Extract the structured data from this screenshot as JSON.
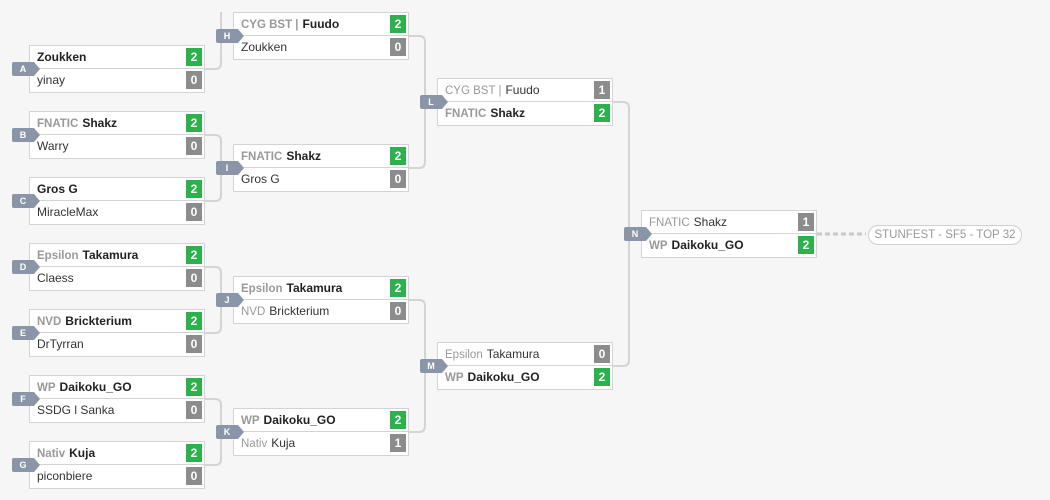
{
  "matches": {
    "A": {
      "label": "A",
      "p1": {
        "tag": "",
        "name": "Zoukken",
        "score": "2",
        "win": true
      },
      "p2": {
        "tag": "",
        "name": "yinay",
        "score": "0",
        "win": false
      }
    },
    "B": {
      "label": "B",
      "p1": {
        "tag": "FNATIC",
        "name": "Shakz",
        "score": "2",
        "win": true
      },
      "p2": {
        "tag": "",
        "name": "Warry",
        "score": "0",
        "win": false
      }
    },
    "C": {
      "label": "C",
      "p1": {
        "tag": "",
        "name": "Gros G",
        "score": "2",
        "win": true
      },
      "p2": {
        "tag": "",
        "name": "MiracleMax",
        "score": "0",
        "win": false
      }
    },
    "D": {
      "label": "D",
      "p1": {
        "tag": "Epsilon",
        "name": "Takamura",
        "score": "2",
        "win": true
      },
      "p2": {
        "tag": "",
        "name": "Claess",
        "score": "0",
        "win": false
      }
    },
    "E": {
      "label": "E",
      "p1": {
        "tag": "NVD",
        "name": "Brickterium",
        "score": "2",
        "win": true
      },
      "p2": {
        "tag": "",
        "name": "DrTyrran",
        "score": "0",
        "win": false
      }
    },
    "F": {
      "label": "F",
      "p1": {
        "tag": "WP",
        "name": "Daikoku_GO",
        "score": "2",
        "win": true
      },
      "p2": {
        "tag": "",
        "name": "SSDG l Sanka",
        "score": "0",
        "win": false
      }
    },
    "G": {
      "label": "G",
      "p1": {
        "tag": "Nativ",
        "name": "Kuja",
        "score": "2",
        "win": true
      },
      "p2": {
        "tag": "",
        "name": "piconbiere",
        "score": "0",
        "win": false
      }
    },
    "H": {
      "label": "H",
      "p1": {
        "tag": "CYG BST |",
        "name": "Fuudo",
        "score": "2",
        "win": true
      },
      "p2": {
        "tag": "",
        "name": "Zoukken",
        "score": "0",
        "win": false
      }
    },
    "I": {
      "label": "I",
      "p1": {
        "tag": "FNATIC",
        "name": "Shakz",
        "score": "2",
        "win": true
      },
      "p2": {
        "tag": "",
        "name": "Gros G",
        "score": "0",
        "win": false
      }
    },
    "J": {
      "label": "J",
      "p1": {
        "tag": "Epsilon",
        "name": "Takamura",
        "score": "2",
        "win": true
      },
      "p2": {
        "tag": "NVD",
        "name": "Brickterium",
        "score": "0",
        "win": false
      }
    },
    "K": {
      "label": "K",
      "p1": {
        "tag": "WP",
        "name": "Daikoku_GO",
        "score": "2",
        "win": true
      },
      "p2": {
        "tag": "Nativ",
        "name": "Kuja",
        "score": "1",
        "win": false
      }
    },
    "L": {
      "label": "L",
      "p1": {
        "tag": "CYG BST |",
        "name": "Fuudo",
        "score": "1",
        "win": false
      },
      "p2": {
        "tag": "FNATIC",
        "name": "Shakz",
        "score": "2",
        "win": true
      }
    },
    "M": {
      "label": "M",
      "p1": {
        "tag": "Epsilon",
        "name": "Takamura",
        "score": "0",
        "win": false
      },
      "p2": {
        "tag": "WP",
        "name": "Daikoku_GO",
        "score": "2",
        "win": true
      }
    },
    "N": {
      "label": "N",
      "p1": {
        "tag": "FNATIC",
        "name": "Shakz",
        "score": "1",
        "win": false
      },
      "p2": {
        "tag": "WP",
        "name": "Daikoku_GO",
        "score": "2",
        "win": true
      }
    }
  },
  "final_destination": "STUNFEST - SF5 - TOP 32",
  "colors": {
    "win": "#2bb24c",
    "lose": "#8c8c8c",
    "label": "#8a96a8",
    "line": "#d4d4d4"
  }
}
